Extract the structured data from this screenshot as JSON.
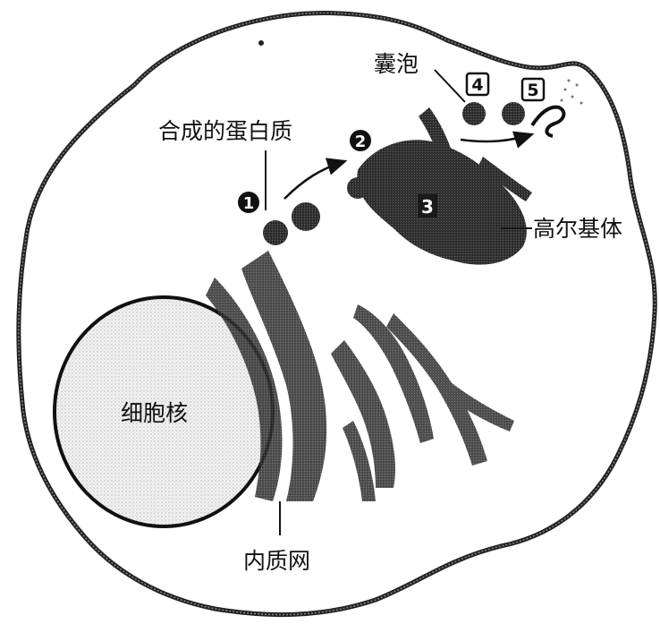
{
  "labels": {
    "vesicle": "囊泡",
    "synthesized_protein": "合成的蛋白质",
    "golgi": "高尔基体",
    "nucleus": "细胞核",
    "er": "内质网"
  },
  "markers": {
    "m1": "1",
    "m2": "2",
    "m3": "3",
    "m4": "4",
    "m5": "5"
  }
}
